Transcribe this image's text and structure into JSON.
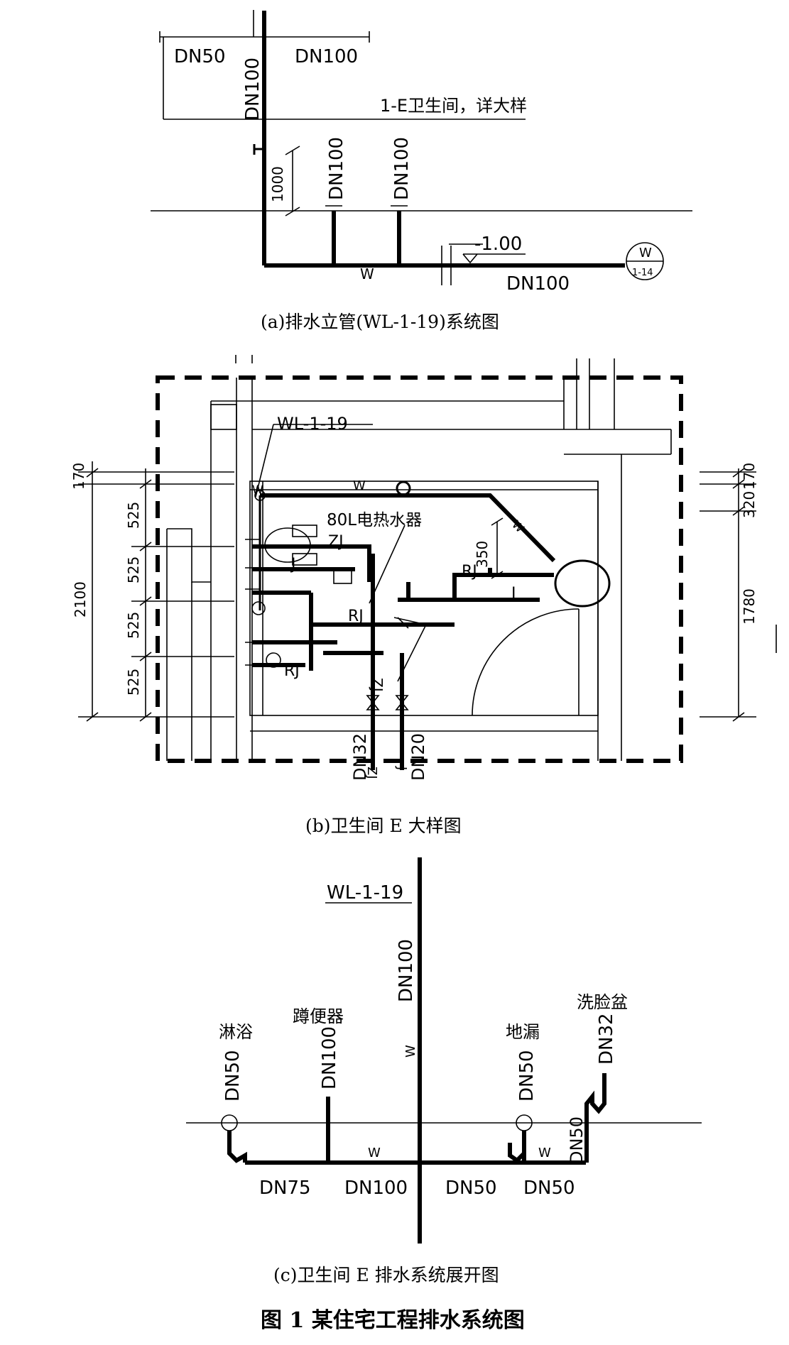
{
  "figure_title": "图 1  某住宅工程排水系统图",
  "panel_a": {
    "caption": "(a)排水立管(WL-1-19)系统图",
    "labels": {
      "dn50_top": "DN50",
      "dn100_top": "DN100",
      "dn100_riser": "DN100",
      "room_note": "1-E卫生间，详大样",
      "dim_1000": "1000",
      "dn100_branch1": "DN100",
      "dn100_branch2": "DN100",
      "w_mark": "W",
      "elev": "-1.00",
      "dn100_outlet": "DN100",
      "symbol_top": "W",
      "symbol_bottom": "1-14"
    }
  },
  "panel_b": {
    "caption": "(b)卫生间 E 大样图",
    "labels": {
      "riser_tag": "WL-1-19",
      "heater": "80L电热水器",
      "w_top": "W",
      "w_left": "W",
      "w_diag": "W",
      "zj1": "ZJ",
      "j1": "J",
      "rj1": "RJ",
      "rj2": "RJ",
      "rj3": "RJ",
      "j2": "J",
      "zj2": "ZJ",
      "dim_350": "350",
      "dn32": "DN32",
      "dn20": "DN20",
      "zj_bottom": "ZJ",
      "j_bottom": "J"
    },
    "dims_left": [
      "170",
      "525",
      "525",
      "525",
      "525",
      "2100"
    ],
    "dims_right": [
      "170",
      "320",
      "1780"
    ]
  },
  "panel_c": {
    "caption": "(c)卫生间 E 排水系统展开图",
    "labels": {
      "riser_tag": "WL-1-19",
      "riser_dn": "DN100",
      "w_riser": "W",
      "shower": "淋浴",
      "shower_dn": "DN50",
      "toilet": "蹲便器",
      "toilet_dn": "DN100",
      "floor_drain": "地漏",
      "floor_drain_dn": "DN50",
      "basin": "洗脸盆",
      "basin_dn": "DN32",
      "basin_down_dn": "DN50",
      "pipe_dn75": "DN75",
      "pipe_dn100": "DN100",
      "pipe_dn50a": "DN50",
      "pipe_dn50b": "DN50",
      "w1": "W",
      "w2": "W"
    }
  }
}
